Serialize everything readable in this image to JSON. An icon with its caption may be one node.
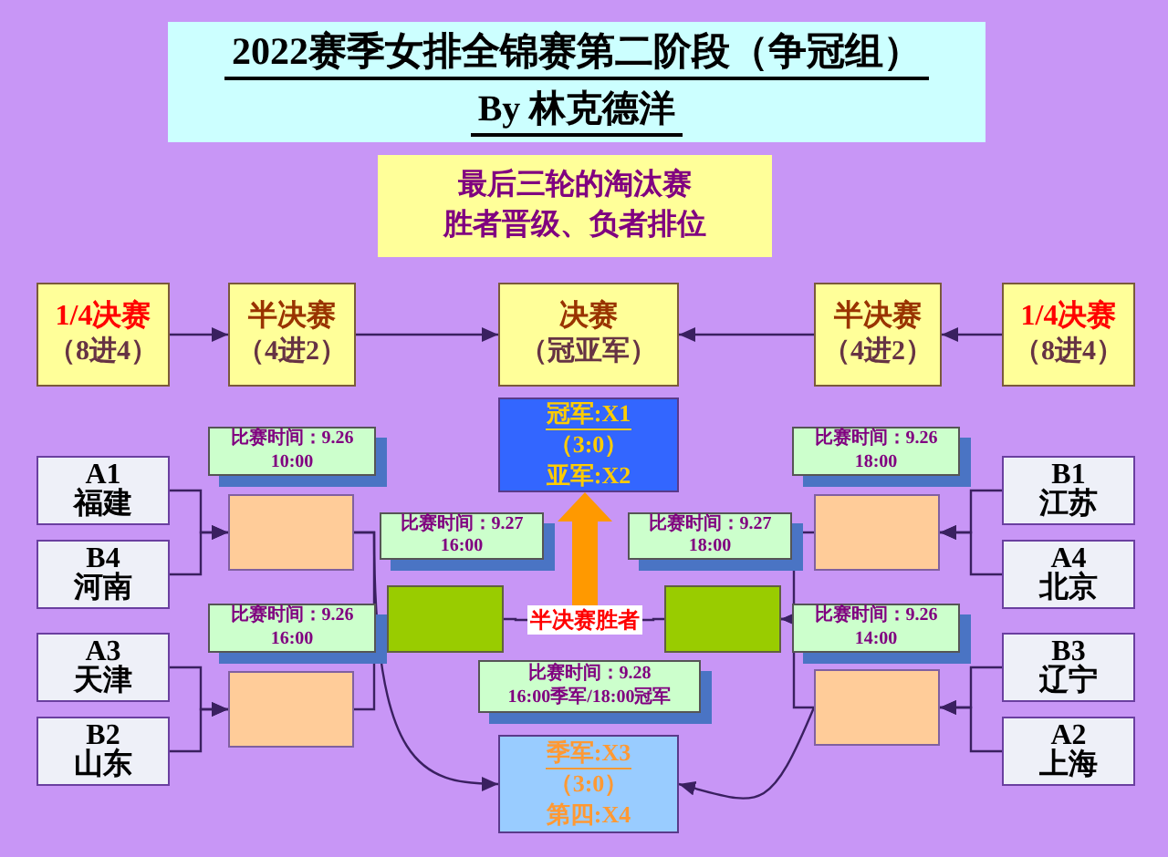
{
  "diagram": {
    "nodes": [
      {
        "text": [
          "2022赛季女排全锦赛第二阶段（争冠组）",
          "By 林克德洋"
        ]
      },
      {
        "text": [
          "最后三轮的淘汰赛",
          "胜者晋级、负者排位"
        ]
      },
      {
        "text": [
          "1/4决赛",
          "（8进4）"
        ]
      },
      {
        "text": [
          "半决赛",
          "（4进2）"
        ]
      },
      {
        "text": [
          "决赛",
          "（冠亚军）"
        ]
      },
      {
        "text": [
          "半决赛",
          "（4进2）"
        ]
      },
      {
        "text": [
          "1/4决赛",
          "（8进4）"
        ]
      },
      {
        "text": [
          "冠军:X1",
          "（3:0）",
          "亚军:X2"
        ]
      },
      {
        "text": [
          "比赛时间：9.26 10:00"
        ]
      },
      {
        "text": [
          "比赛时间：9.26 18:00"
        ]
      },
      {
        "text": [
          "A1",
          "福建"
        ]
      },
      {
        "text": [
          "B1",
          "江苏"
        ]
      },
      {
        "text": [],
        "shape": "box"
      },
      {
        "text": [],
        "shape": "box"
      },
      {
        "text": [
          "比赛时间：9.27 16:00"
        ]
      },
      {
        "text": [
          "比赛时间：9.27 18:00"
        ]
      },
      {
        "text": [
          "B4",
          "河南"
        ]
      },
      {
        "text": [
          "A4",
          "北京"
        ]
      },
      {
        "text": [
          "比赛时间：9.26 16:00"
        ]
      },
      {
        "text": [
          "比赛时间：9.26 14:00"
        ]
      },
      {
        "text": [],
        "shape": "box"
      },
      {
        "text": [
          "半决赛胜者"
        ]
      },
      {
        "text": [],
        "shape": "box"
      },
      {
        "text": [
          "A3",
          "天津"
        ]
      },
      {
        "text": [
          "B3",
          "辽宁"
        ]
      },
      {
        "text": [
          "比赛时间：9.28",
          "16:00季军/18:00冠军"
        ]
      },
      {
        "text": [],
        "shape": "box"
      },
      {
        "text": [],
        "shape": "box"
      },
      {
        "text": [
          "B2",
          "山东"
        ]
      },
      {
        "text": [
          "A2",
          "上海"
        ]
      },
      {
        "text": [
          "季军:X3",
          "（3:0）",
          "第四:X4"
        ]
      }
    ],
    "edges": [
      {
        "from": 2,
        "to": 3,
        "arrow": "to"
      },
      {
        "from": 3,
        "to": 4,
        "arrow": "to"
      },
      {
        "from": 6,
        "to": 5,
        "arrow": "to"
      },
      {
        "from": 5,
        "to": 4,
        "arrow": "to"
      },
      {
        "from": 10,
        "to": 12,
        "arrow": "to"
      },
      {
        "from": 16,
        "to": 12,
        "arrow": "to"
      },
      {
        "from": 23,
        "to": 26,
        "arrow": "to"
      },
      {
        "from": 28,
        "to": 26,
        "arrow": "to"
      },
      {
        "from": 11,
        "to": 13,
        "arrow": "to"
      },
      {
        "from": 17,
        "to": 13,
        "arrow": "to"
      },
      {
        "from": 24,
        "to": 27,
        "arrow": "to"
      },
      {
        "from": 29,
        "to": 27,
        "arrow": "to"
      },
      {
        "from": 12,
        "to": 20,
        "arrow": "to"
      },
      {
        "from": 26,
        "to": 20,
        "arrow": "to"
      },
      {
        "from": 13,
        "to": 22,
        "arrow": "to"
      },
      {
        "from": 27,
        "to": 22,
        "arrow": "to"
      },
      {
        "from": 20,
        "to": 21,
        "arrow": "none"
      },
      {
        "from": 22,
        "to": 21,
        "arrow": "none"
      },
      {
        "from": 21,
        "to": 7,
        "arrow": "to",
        "style": "thick",
        "color": "#ff9900"
      },
      {
        "from": 12,
        "to": 30,
        "arrow": "to"
      },
      {
        "from": 27,
        "to": 30,
        "arrow": "to"
      }
    ]
  }
}
